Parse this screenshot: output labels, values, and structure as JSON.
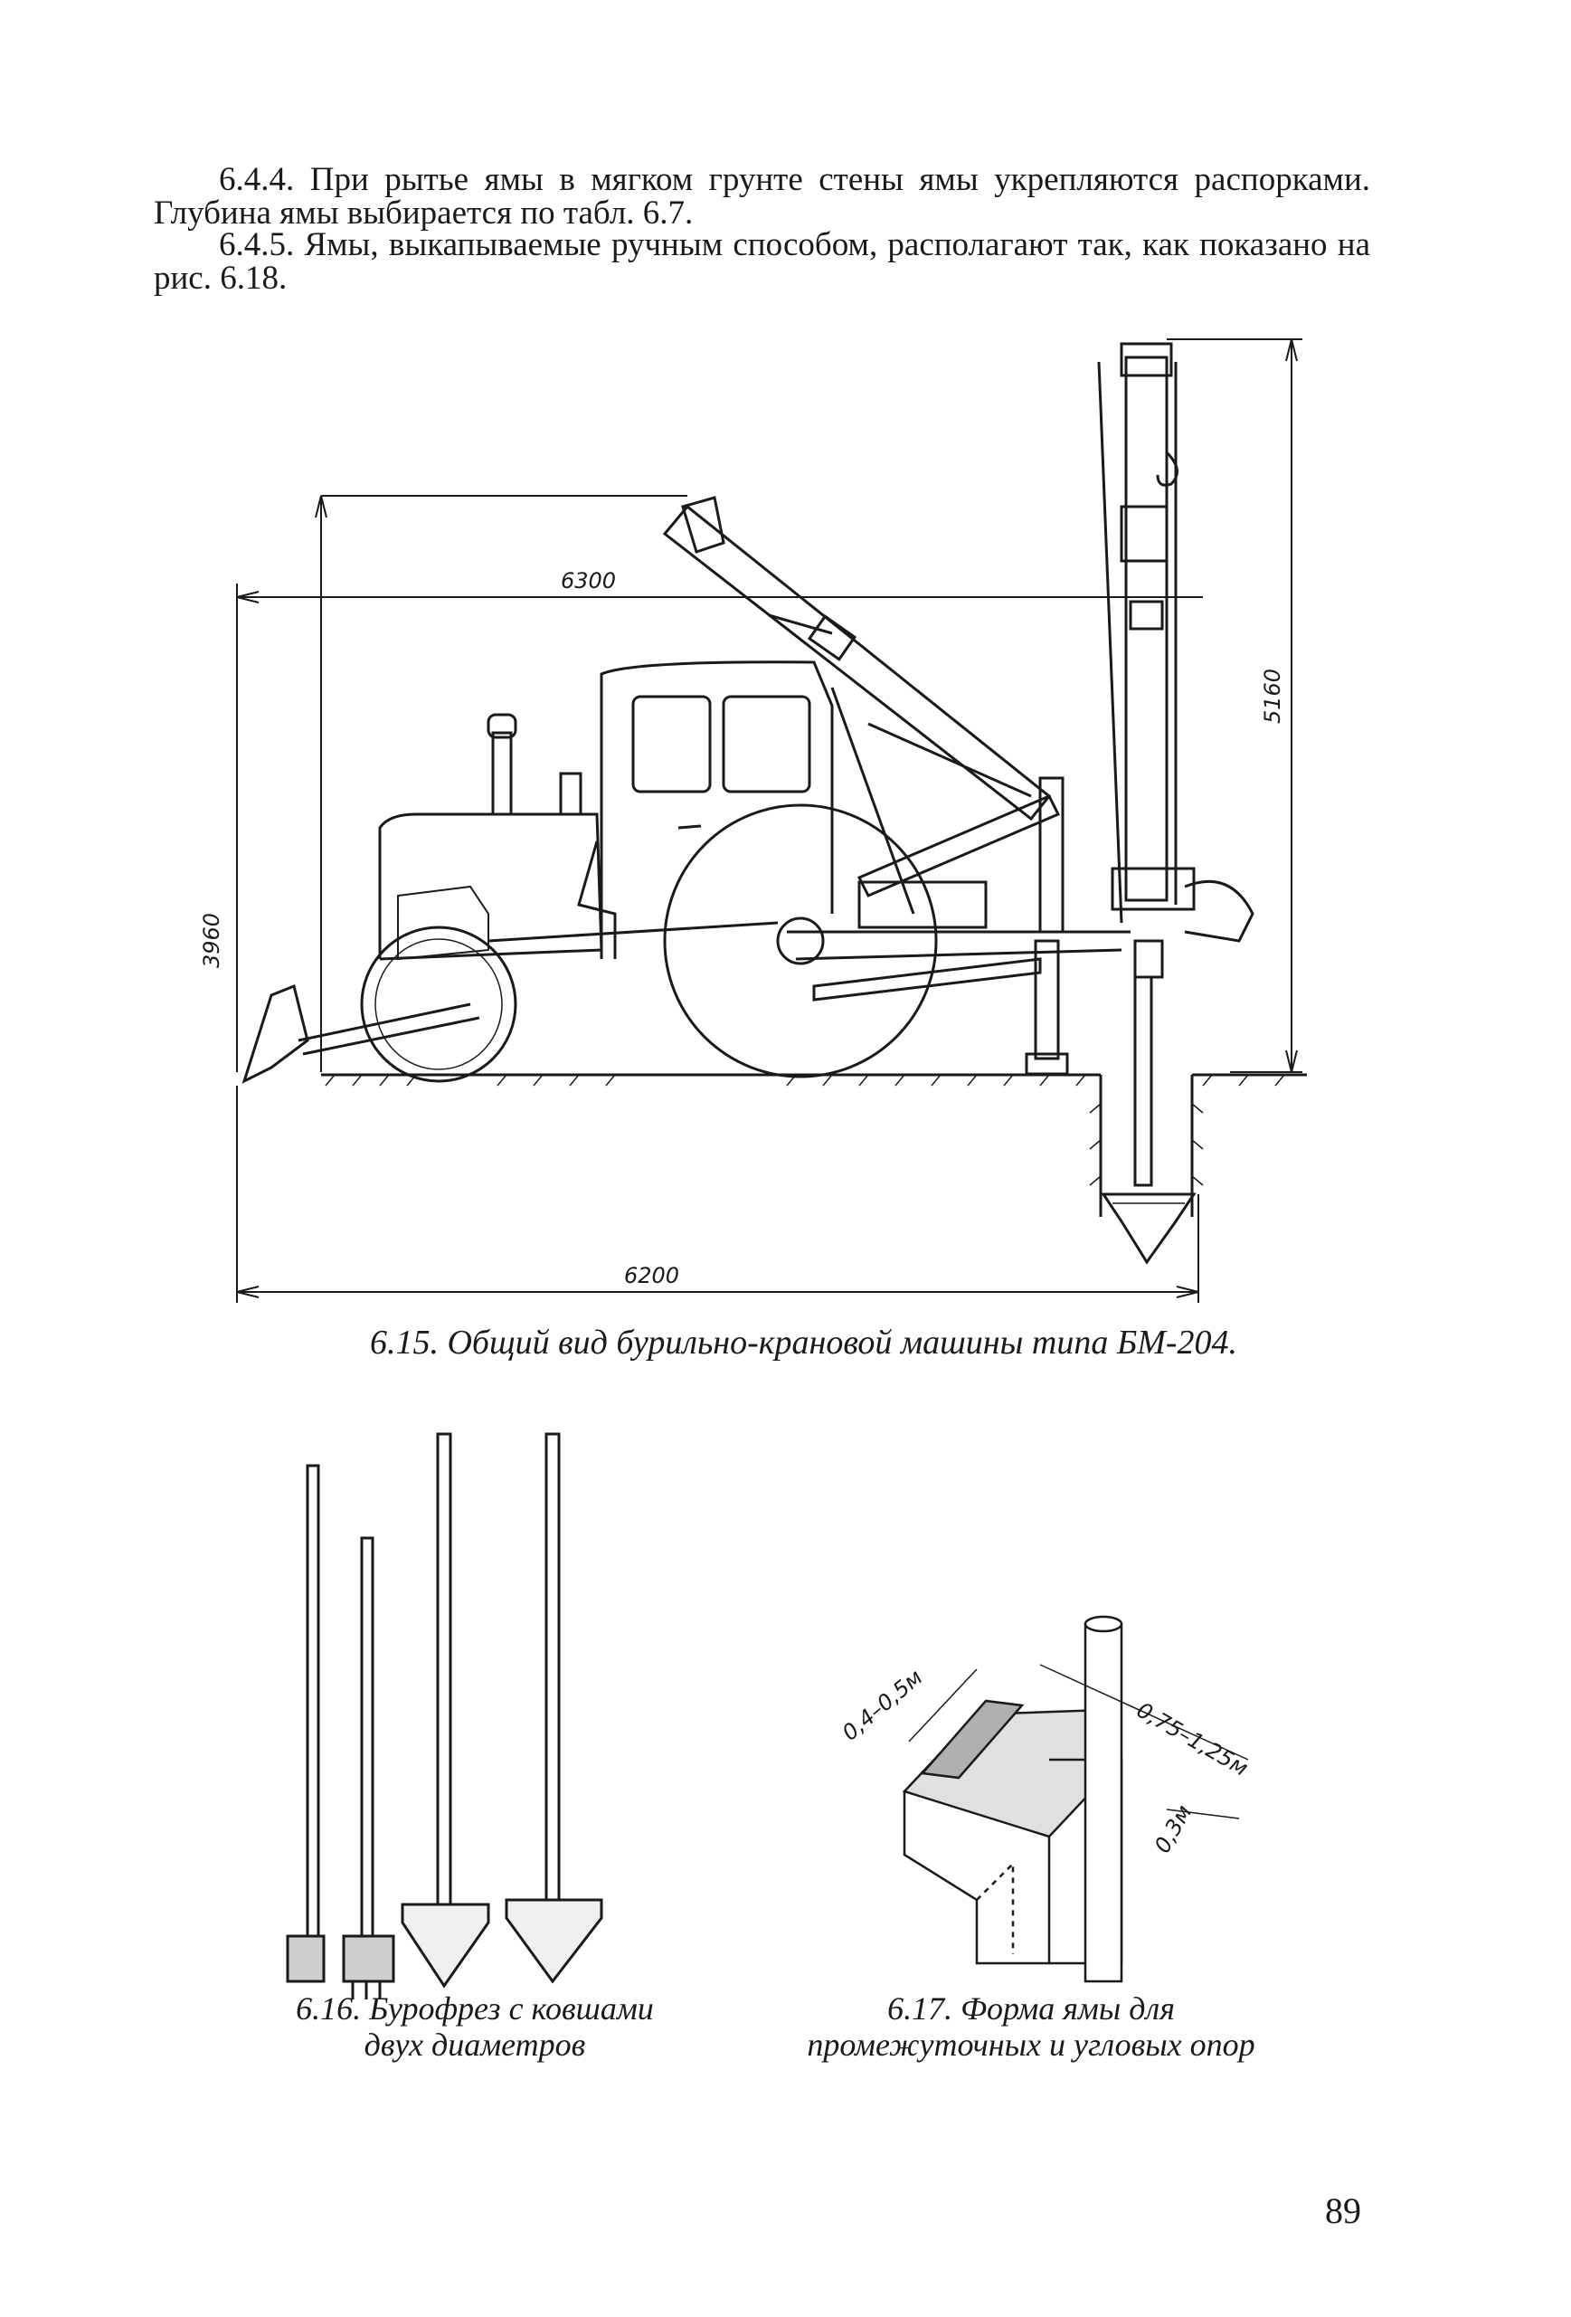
{
  "paragraphs": {
    "p1": "6.4.4. При рытье ямы в мягком грунте стены ямы укрепляются распорками. Глубина ямы выбирается по табл. 6.7.",
    "p2": "6.4.5. Ямы, выкапываемые ручным способом, располагают так, как показано на рис. 6.18."
  },
  "figure_15": {
    "dims": {
      "length_top": "6300",
      "length_bottom": "6200",
      "height_left": "3960",
      "height_right": "5160"
    },
    "caption": "6.15. Общий вид бурильно-крановой машины типа БМ-204."
  },
  "figure_16": {
    "caption": "6.16. Бурофрез с ковшами двух диаметров"
  },
  "figure_17": {
    "dims": {
      "width": "0,4–0,5м",
      "length": "0,75–1,25м",
      "step": "0,3м"
    },
    "caption": "6.17. Форма ямы для промежуточных и угловых опор"
  },
  "page_number": "89"
}
